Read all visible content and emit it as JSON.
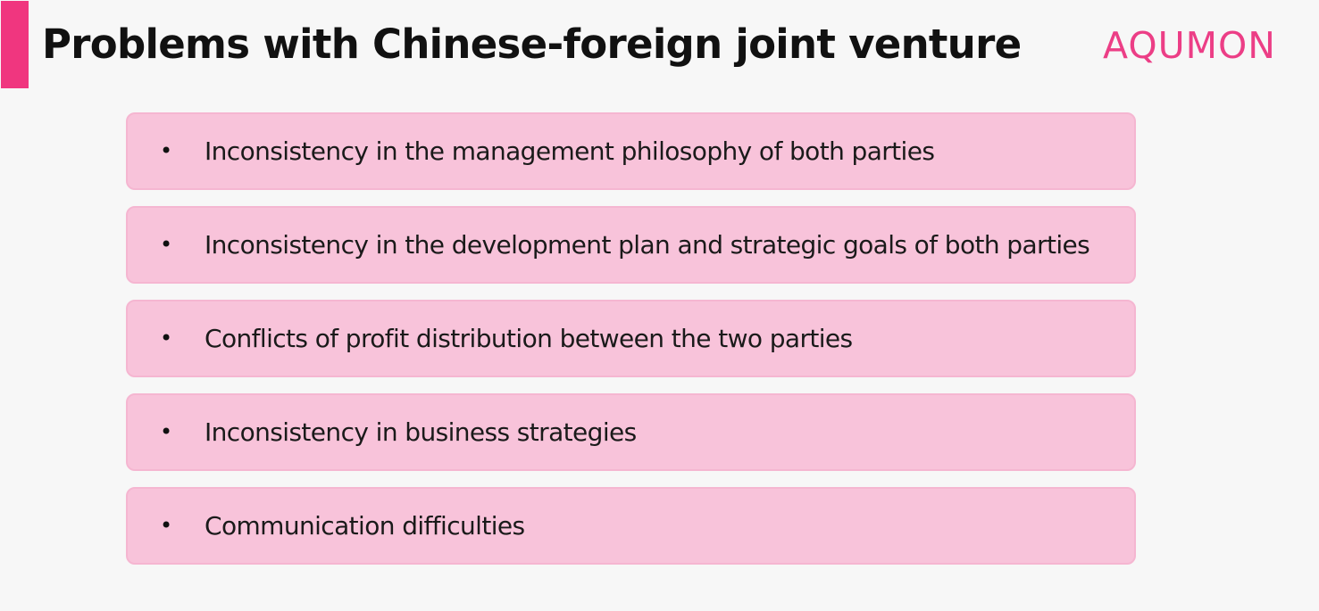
{
  "slide": {
    "title": "Problems with Chinese-foreign joint venture",
    "logo_text": "AQUMON",
    "bullet_glyph": "•",
    "items": [
      {
        "text": "Inconsistency in the management philosophy of both parties"
      },
      {
        "text": "Inconsistency in the development plan and strategic goals of both parties"
      },
      {
        "text": "Conflicts of profit distribution between the two parties"
      },
      {
        "text": "Inconsistency in business strategies"
      },
      {
        "text": "Communication difficulties"
      }
    ]
  },
  "colors": {
    "accent": "#f0367f",
    "logo": "#ec3e86",
    "card_fill": "#f8c3da",
    "card_border": "#f5b6d1",
    "background": "#f7f7f7"
  }
}
